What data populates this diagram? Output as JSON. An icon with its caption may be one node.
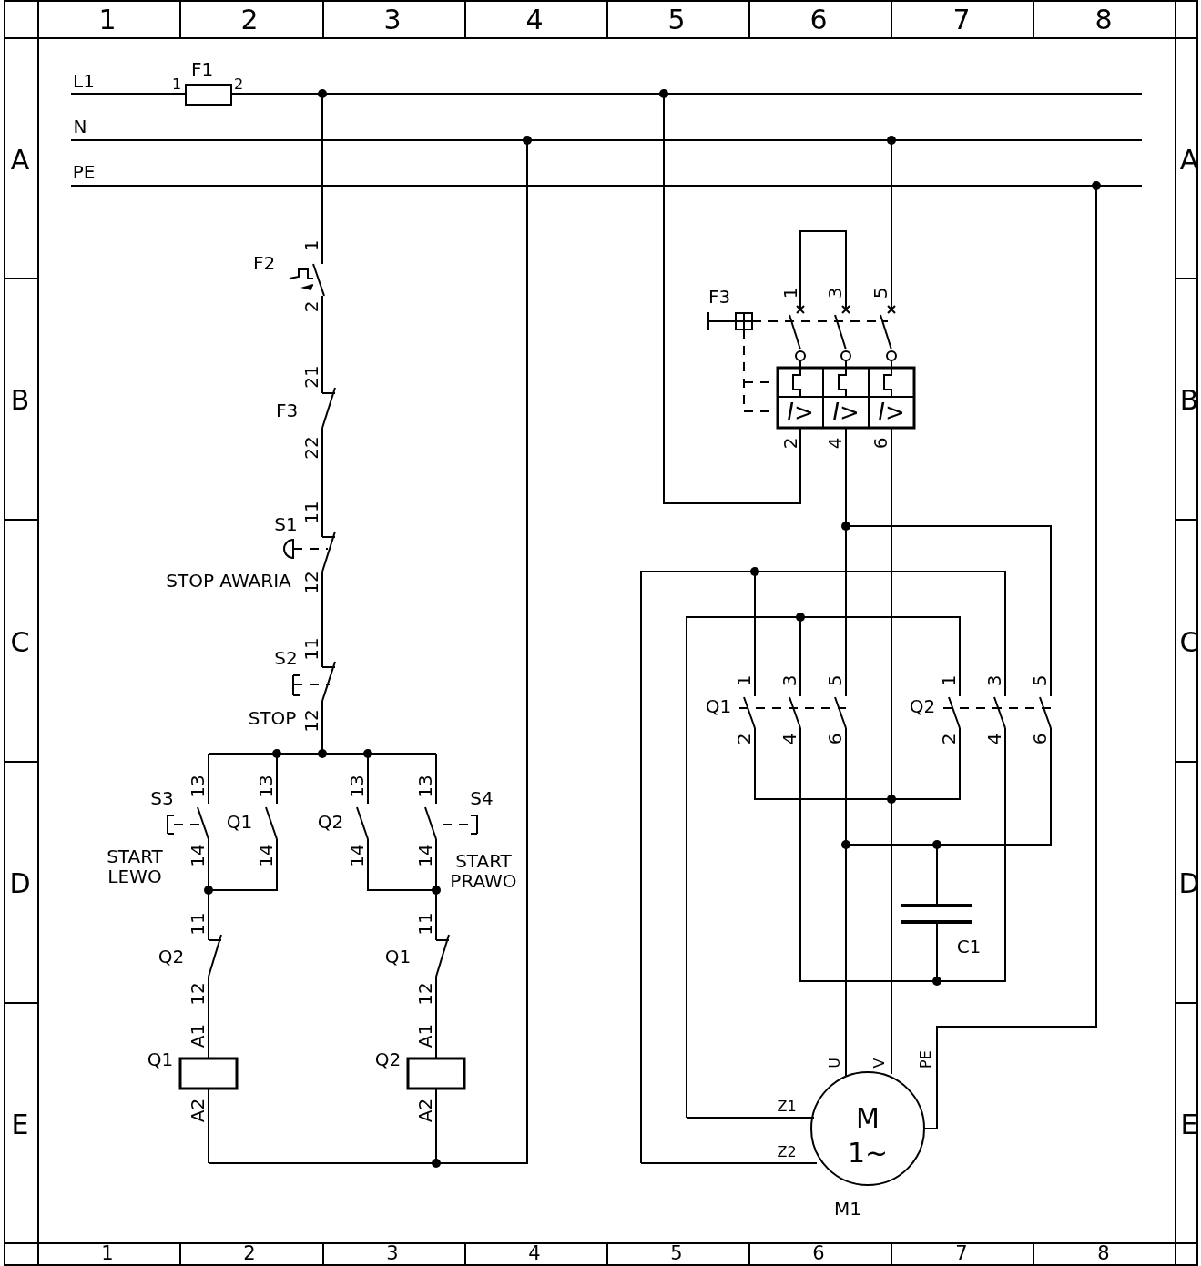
{
  "diagram": {
    "labels": [
      "1",
      "2",
      "3",
      "4",
      "5",
      "6",
      "7",
      "8",
      "A",
      "B",
      "C",
      "D",
      "E",
      "A",
      "B",
      "C",
      "D",
      "E",
      "L1",
      "F1",
      "1",
      "2",
      "N",
      "PE",
      "F2",
      "1",
      "2",
      "21",
      "F3",
      "22",
      "11",
      "S1",
      "STOP AWARIA",
      "12",
      "11",
      "S2",
      "STOP",
      "12",
      "S3",
      "13",
      "START LEWO",
      "14",
      "Q1",
      "13",
      "14",
      "Q2",
      "13",
      "14",
      "13",
      "S4",
      "14",
      "START PRAWO",
      "11",
      "Q2",
      "12",
      "11",
      "Q1",
      "12",
      "A1",
      "Q1",
      "A2",
      "A1",
      "Q2",
      "A2",
      "F3",
      "1",
      "3",
      "5",
      "*I*>",
      "*I*>",
      "*I*>",
      "2",
      "4",
      "6",
      "Q1",
      "1",
      "3",
      "5",
      "2",
      "4",
      "6",
      "Q2",
      "1",
      "3",
      "5",
      "2",
      "4",
      "6",
      "C1",
      "U",
      "V",
      "PE",
      "Z1",
      "Z2",
      "M",
      "1~",
      "M1",
      "1",
      "2",
      "3",
      "4",
      "5",
      "6",
      "7",
      "8"
    ]
  }
}
